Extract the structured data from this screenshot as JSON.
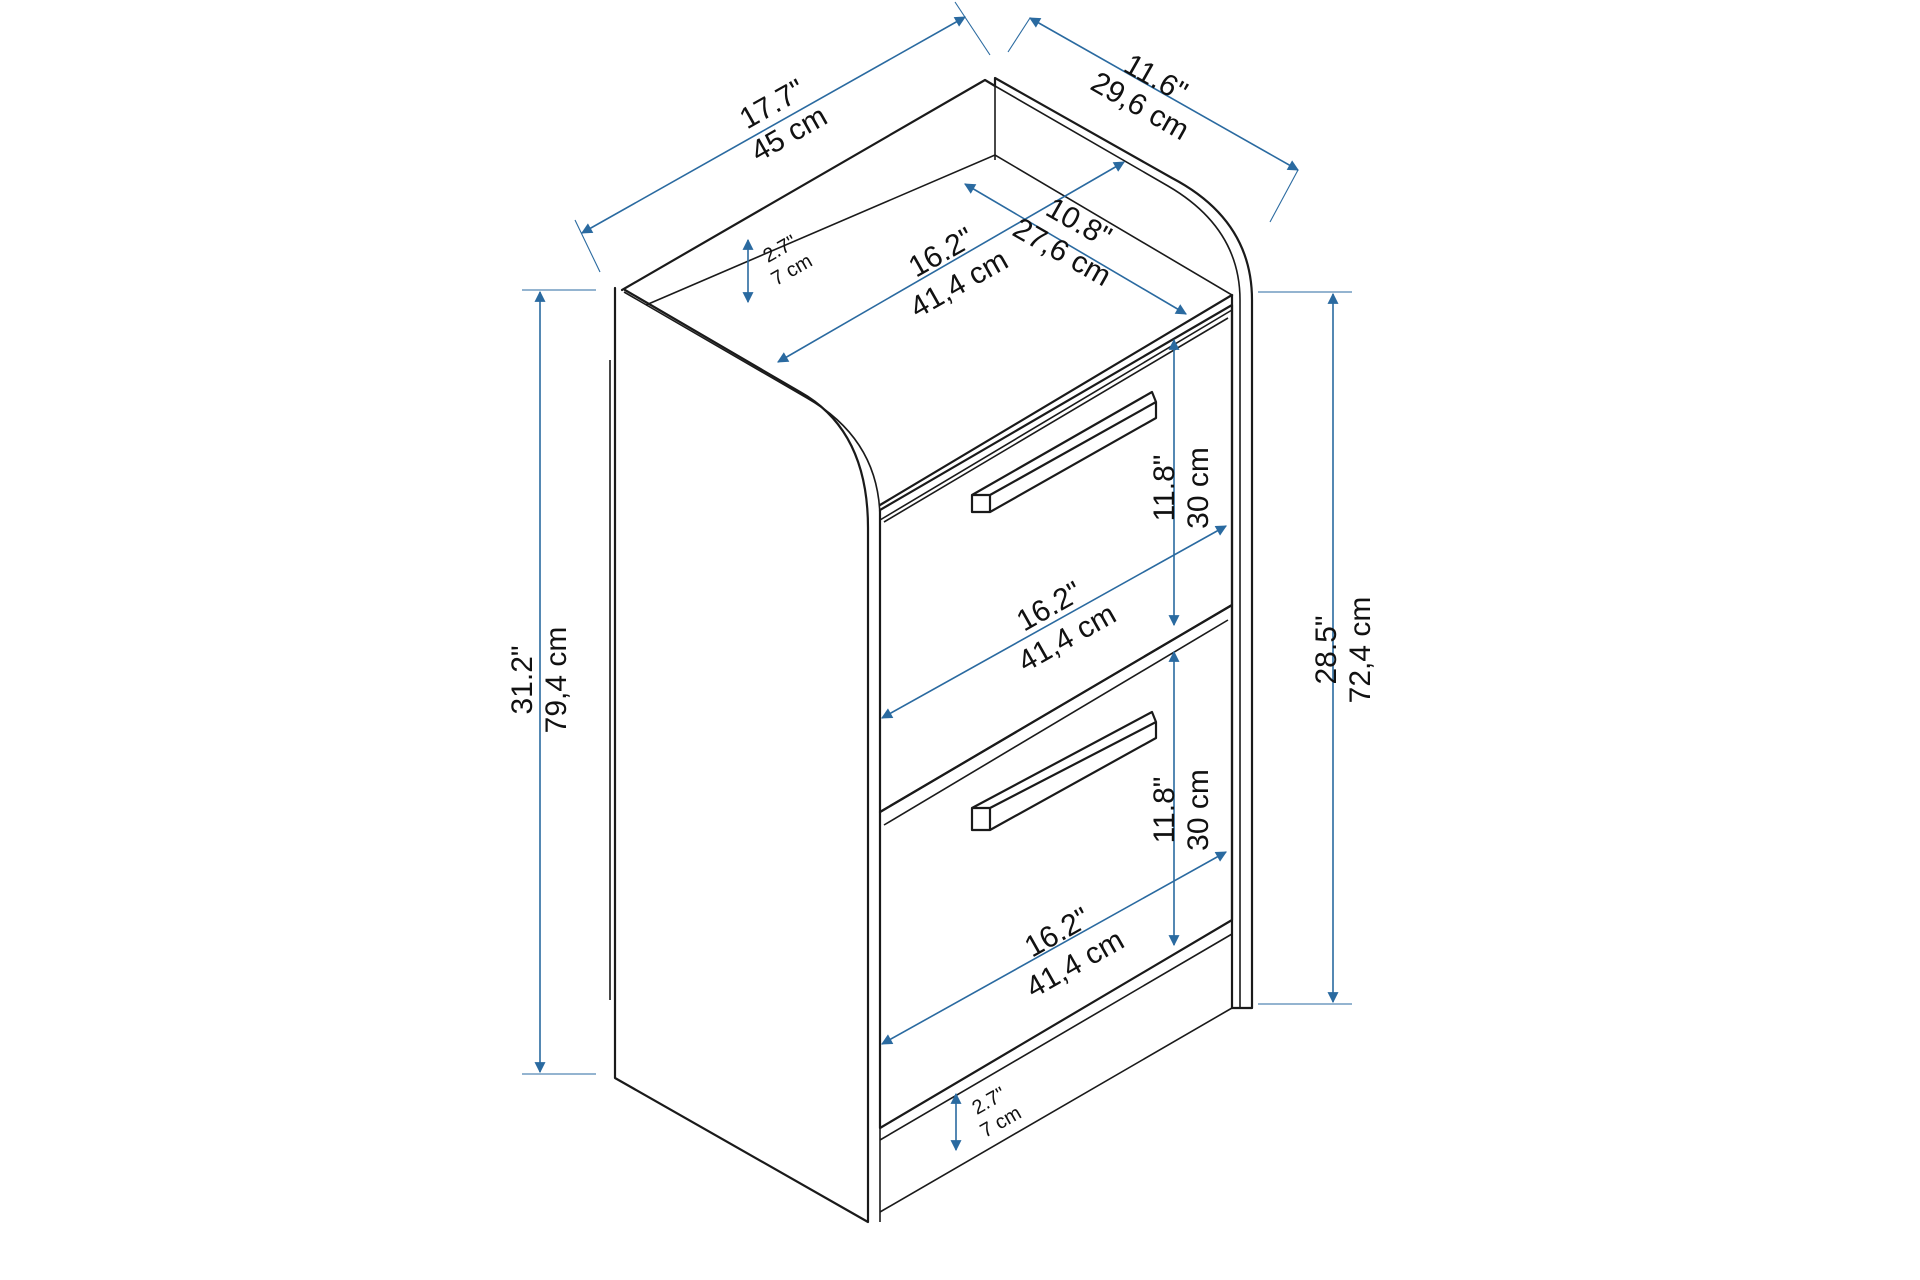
{
  "colors": {
    "dimension": "#2a6aa0",
    "outline": "#1a1a1a",
    "background": "#ffffff"
  },
  "dimensions": {
    "overall_width": {
      "in": "17.7\"",
      "cm": "45 cm"
    },
    "overall_depth": {
      "in": "11.6\"",
      "cm": "29,6 cm"
    },
    "shelf_height": {
      "in": "2.7\"",
      "cm": "7 cm"
    },
    "shelf_width": {
      "in": "16.2\"",
      "cm": "41,4 cm"
    },
    "shelf_depth": {
      "in": "10.8\"",
      "cm": "27,6 cm"
    },
    "overall_height": {
      "in": "31.2\"",
      "cm": "79,4 cm"
    },
    "body_height": {
      "in": "28.5\"",
      "cm": "72,4 cm"
    },
    "drawer1_height": {
      "in": "11.8\"",
      "cm": "30 cm"
    },
    "drawer1_width": {
      "in": "16.2\"",
      "cm": "41,4 cm"
    },
    "drawer2_height": {
      "in": "11.8\"",
      "cm": "30 cm"
    },
    "drawer2_width": {
      "in": "16.2\"",
      "cm": "41,4 cm"
    },
    "plinth_height": {
      "in": "2.7\"",
      "cm": "7 cm"
    }
  }
}
